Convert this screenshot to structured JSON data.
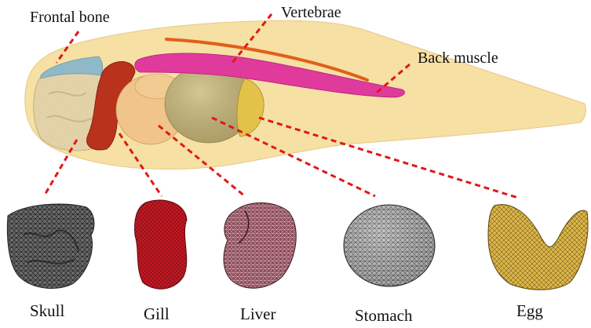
{
  "colors": {
    "body": "#f6dd9a",
    "frontal_bone": "#8fb9c8",
    "skull": "#eedcb0",
    "gill": "#b8321c",
    "liver": "#f0c48a",
    "stomach": "#c9b878",
    "egg": "#e3c24a",
    "vertebrae": "#e0601c",
    "back_muscle": "#e03a9c",
    "leader_line": "#e01818"
  },
  "labels": {
    "frontal_bone": "Frontal bone",
    "vertebrae": "Vertebrae",
    "back_muscle": "Back muscle"
  },
  "meshes": [
    {
      "name": "Skull"
    },
    {
      "name": "Gill"
    },
    {
      "name": "Liver"
    },
    {
      "name": "Stomach"
    },
    {
      "name": "Egg"
    }
  ]
}
